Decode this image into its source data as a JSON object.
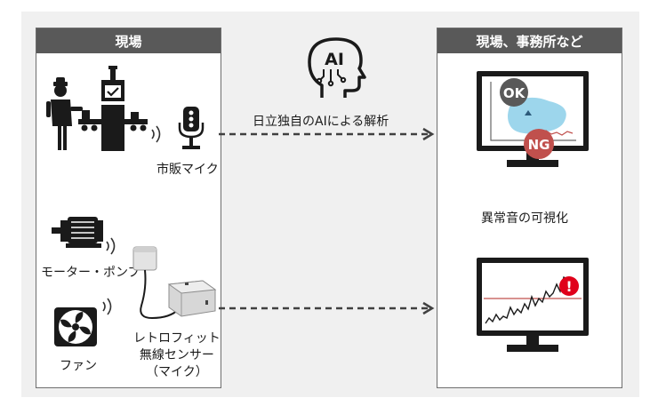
{
  "left_panel": {
    "title": "現場"
  },
  "right_panel": {
    "title": "現場、事務所など"
  },
  "ai": {
    "badge": "AI",
    "caption": "日立独自のAIによる解析"
  },
  "devices": {
    "commercial_mic": "市販マイク",
    "motor_pump": "モーター・ポンプ",
    "fan": "ファン",
    "retrofit_sensor": [
      "レトロフィット",
      "無線センサー",
      "（マイク）"
    ]
  },
  "monitor": {
    "ok": "OK",
    "ng": "NG"
  },
  "visualization_label": "異常音の可視化",
  "alert": {
    "symbol": "!"
  },
  "colors": {
    "header_bg": "#595959",
    "ok_circle": "#595959",
    "ng_circle": "#c0504d",
    "cluster_fill": "#9dd6ec",
    "alert_red": "#e0001a"
  }
}
